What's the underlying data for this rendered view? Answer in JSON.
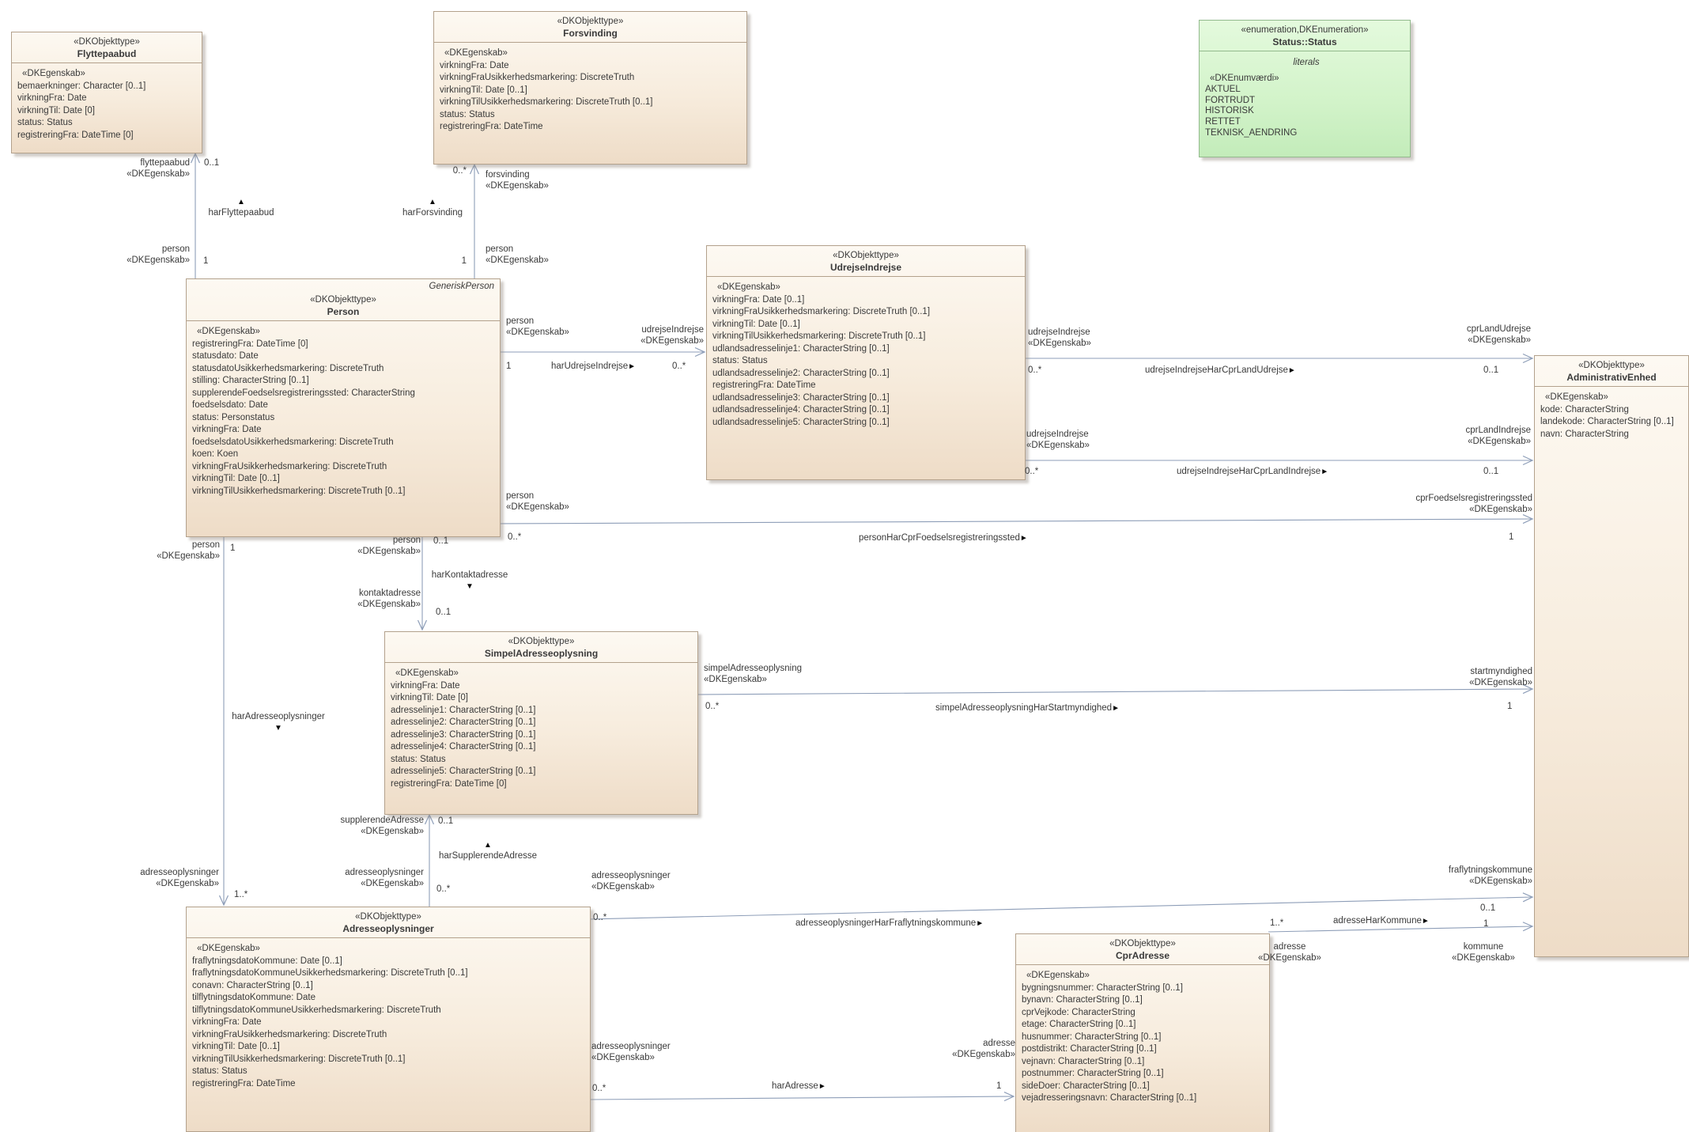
{
  "labels": {
    "objekttype": "«DKObjekttype»",
    "egenskab": "«DKEgenskab»",
    "enum_stereotype": "«enumeration,DKEnumeration»",
    "enumvaerdi": "«DKEnumværdi»",
    "literals": "literals"
  },
  "icons": {
    "dir_up": "▲",
    "dir_down": "▼",
    "dir_right": "►"
  },
  "colors": {
    "class_fill_top": "#fdf9f2",
    "class_fill_bottom": "#eedcc7",
    "class_border": "#b3a18c",
    "enum_fill_top": "#e4fadd",
    "enum_fill_bottom": "#c3ecba",
    "enum_border": "#93ba8d",
    "connector": "#8e9eb8",
    "canvas": "#ffffff"
  },
  "classes": {
    "flyttepaabud": {
      "name": "Flyttepaabud",
      "attributes": [
        "bemaerkninger: Character [0..1]",
        "virkningFra: Date",
        "virkningTil: Date [0]",
        "status: Status",
        "registreringFra: DateTime [0]"
      ]
    },
    "forsvinding": {
      "name": "Forsvinding",
      "attributes": [
        "virkningFra: Date",
        "virkningFraUsikkerhedsmarkering: DiscreteTruth",
        "virkningTil: Date [0..1]",
        "virkningTilUsikkerhedsmarkering: DiscreteTruth [0..1]",
        "status: Status",
        "registreringFra: DateTime"
      ]
    },
    "person": {
      "name": "Person",
      "annotation": "GeneriskPerson",
      "attributes": [
        "registreringFra: DateTime [0]",
        "statusdato: Date",
        "statusdatoUsikkerhedsmarkering: DiscreteTruth",
        "stilling: CharacterString [0..1]",
        "supplerendeFoedselsregistreringssted: CharacterString",
        "foedselsdato: Date",
        "status: Personstatus",
        "virkningFra: Date",
        "foedselsdatoUsikkerhedsmarkering: DiscreteTruth",
        "koen: Koen",
        "virkningFraUsikkerhedsmarkering: DiscreteTruth",
        "virkningTil: Date [0..1]",
        "virkningTilUsikkerhedsmarkering: DiscreteTruth [0..1]"
      ]
    },
    "udrejseindrejse": {
      "name": "UdrejseIndrejse",
      "attributes": [
        "virkningFra: Date [0..1]",
        "virkningFraUsikkerhedsmarkering: DiscreteTruth [0..1]",
        "virkningTil: Date [0..1]",
        "virkningTilUsikkerhedsmarkering: DiscreteTruth [0..1]",
        "udlandsadresselinje1: CharacterString [0..1]",
        "status: Status",
        "udlandsadresselinje2: CharacterString [0..1]",
        "registreringFra: DateTime",
        "udlandsadresselinje3: CharacterString [0..1]",
        "udlandsadresselinje4: CharacterString [0..1]",
        "udlandsadresselinje5: CharacterString [0..1]"
      ]
    },
    "administrativenhed": {
      "name": "AdministrativEnhed",
      "attributes": [
        "kode: CharacterString",
        "landekode: CharacterString [0..1]",
        "navn: CharacterString"
      ]
    },
    "simpeladresseoplysning": {
      "name": "SimpelAdresseoplysning",
      "attributes": [
        "virkningFra: Date",
        "virkningTil: Date [0]",
        "adresselinje1: CharacterString [0..1]",
        "adresselinje2: CharacterString [0..1]",
        "adresselinje3: CharacterString [0..1]",
        "adresselinje4: CharacterString [0..1]",
        "status: Status",
        "adresselinje5: CharacterString [0..1]",
        "registreringFra: DateTime [0]"
      ]
    },
    "adresseoplysninger": {
      "name": "Adresseoplysninger",
      "attributes": [
        "fraflytningsdatoKommune: Date [0..1]",
        "fraflytningsdatoKommuneUsikkerhedsmarkering: DiscreteTruth [0..1]",
        "conavn: CharacterString [0..1]",
        "tilflytningsdatoKommune: Date",
        "tilflytningsdatoKommuneUsikkerhedsmarkering: DiscreteTruth",
        "virkningFra: Date",
        "virkningFraUsikkerhedsmarkering: DiscreteTruth",
        "virkningTil: Date [0..1]",
        "virkningTilUsikkerhedsmarkering: DiscreteTruth [0..1]",
        "status: Status",
        "registreringFra: DateTime"
      ]
    },
    "cpradresse": {
      "name": "CprAdresse",
      "attributes": [
        "bygningsnummer: CharacterString [0..1]",
        "bynavn: CharacterString [0..1]",
        "cprVejkode: CharacterString",
        "etage: CharacterString [0..1]",
        "husnummer: CharacterString [0..1]",
        "postdistrikt: CharacterString [0..1]",
        "vejnavn: CharacterString [0..1]",
        "postnummer: CharacterString [0..1]",
        "sideDoer: CharacterString [0..1]",
        "vejadresseringsnavn: CharacterString [0..1]"
      ]
    }
  },
  "enumeration": {
    "name": "Status::Status",
    "values": [
      "AKTUEL",
      "FORTRUDT",
      "HISTORISK",
      "RETTET",
      "TEKNISK_AENDRING"
    ]
  },
  "edges": {
    "flyttepaabud": {
      "name": "harFlyttepaabud",
      "src_role": "person",
      "tgt_role": "flyttepaabud",
      "src_mult": "1",
      "tgt_mult": "0..1"
    },
    "forsvinding": {
      "name": "harForsvinding",
      "src_role": "person",
      "tgt_role": "forsvinding",
      "src_mult": "1",
      "tgt_mult": "0..*"
    },
    "udrejse": {
      "name": "harUdrejseIndrejse",
      "src_role": "person",
      "tgt_role": "udrejseIndrejse",
      "src_mult": "1",
      "tgt_mult": "0..*"
    },
    "land_udrejse": {
      "name": "udrejseIndrejseHarCprLandUdrejse",
      "src_role": "udrejseIndrejse",
      "tgt_role": "cprLandUdrejse",
      "src_mult": "0..*",
      "tgt_mult": "0..1"
    },
    "land_indrejse": {
      "name": "udrejseIndrejseHarCprLandIndrejse",
      "src_role": "udrejseIndrejse",
      "tgt_role": "cprLandIndrejse",
      "src_mult": "0..*",
      "tgt_mult": "0..1"
    },
    "foedselssted": {
      "name": "personHarCprFoedselsregistreringssted",
      "src_role": "person",
      "tgt_role": "cprFoedselsregistreringssted",
      "src_mult": "0..*",
      "tgt_mult": "1"
    },
    "kontaktadresse": {
      "name": "harKontaktadresse",
      "src_role": "person",
      "tgt_role": "kontaktadresse",
      "src_mult": "0..1",
      "tgt_mult": "0..1"
    },
    "startmyndighed": {
      "name": "simpelAdresseoplysningHarStartmyndighed",
      "src_role": "simpelAdresseoplysning",
      "tgt_role": "startmyndighed",
      "src_mult": "0..*",
      "tgt_mult": "1"
    },
    "adresseoplysninger": {
      "name": "harAdresseoplysninger",
      "src_role": "person",
      "tgt_role": "adresseoplysninger",
      "src_mult": "1",
      "tgt_mult": "1..*"
    },
    "supplerende": {
      "name": "harSupplerendeAdresse",
      "src_role": "adresseoplysninger",
      "tgt_role": "supplerendeAdresse",
      "src_mult": "0..*",
      "tgt_mult": "0..1"
    },
    "fraflytningskommune": {
      "name": "adresseoplysningerHarFraflytningskommune",
      "src_role": "adresseoplysninger",
      "tgt_role": "fraflytningskommune",
      "src_mult": "0..*",
      "tgt_mult": "0..1"
    },
    "adresse": {
      "name": "harAdresse",
      "src_role": "adresseoplysninger",
      "tgt_role": "adresse",
      "src_mult": "0..*",
      "tgt_mult": "1"
    },
    "kommune": {
      "name": "adresseHarKommune",
      "src_role": "adresse",
      "tgt_role": "kommune",
      "src_mult": "1..*",
      "tgt_mult": "1"
    }
  }
}
